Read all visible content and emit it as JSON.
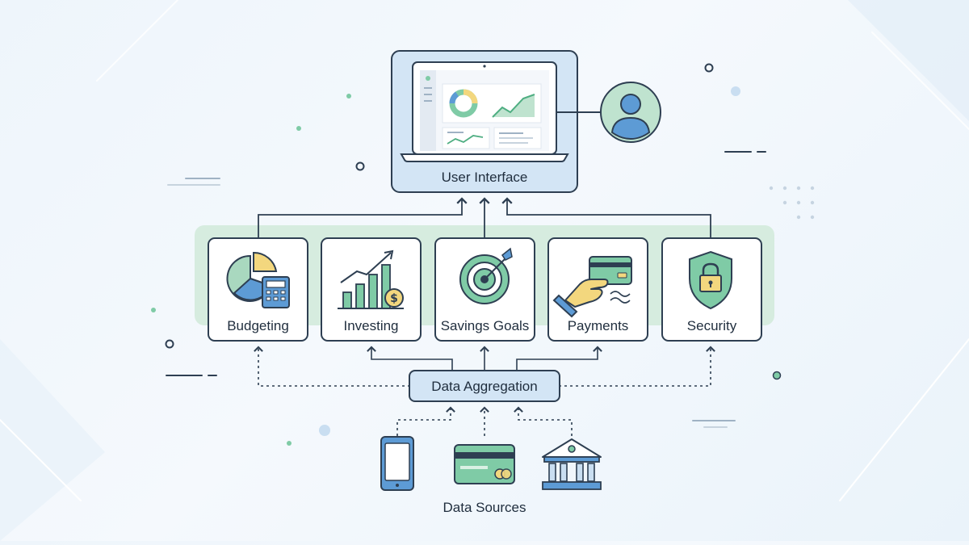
{
  "user_interface": {
    "label": "User Interface"
  },
  "modules": [
    {
      "label": "Budgeting"
    },
    {
      "label": "Investing"
    },
    {
      "label": "Savings Goals"
    },
    {
      "label": "Payments"
    },
    {
      "label": "Security"
    }
  ],
  "aggregation": {
    "label": "Data Aggregation"
  },
  "sources": {
    "label": "Data Sources"
  },
  "colors": {
    "background": "#eef5fb",
    "box_fill": "#ffffff",
    "box_stroke": "#2e3f52",
    "highlight_band": "#d6ecdf",
    "accent_green": "#7fcba6",
    "accent_blue": "#5d9bd5",
    "accent_yellow": "#f3d77e",
    "line": "#2e3f52"
  },
  "icons": [
    "laptop-dashboard-icon",
    "user-avatar-icon",
    "pie-calculator-icon",
    "bar-chart-dollar-icon",
    "target-arrow-icon",
    "hand-card-icon",
    "shield-lock-icon",
    "smartphone-icon",
    "credit-card-icon",
    "bank-icon"
  ]
}
